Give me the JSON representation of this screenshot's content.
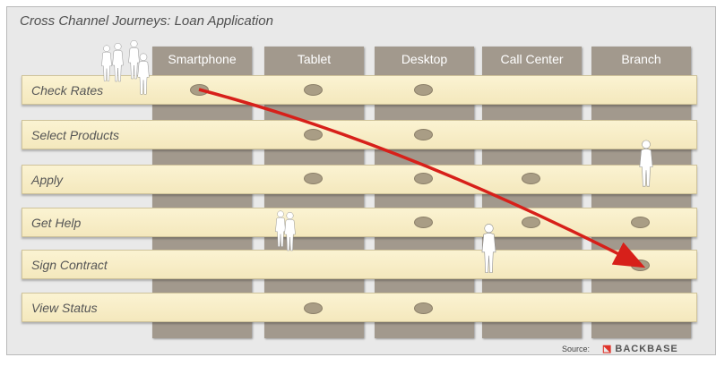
{
  "title": "Cross Channel Journeys: Loan Application",
  "channels": [
    "Smartphone",
    "Tablet",
    "Desktop",
    "Call Center",
    "Branch"
  ],
  "steps": [
    "Check Rates",
    "Select Products",
    "Apply",
    "Get Help",
    "Sign Contract",
    "View Status"
  ],
  "touchpoints": [
    {
      "step": "Check Rates",
      "channel": "Smartphone"
    },
    {
      "step": "Check Rates",
      "channel": "Tablet"
    },
    {
      "step": "Check Rates",
      "channel": "Desktop"
    },
    {
      "step": "Select Products",
      "channel": "Tablet"
    },
    {
      "step": "Select Products",
      "channel": "Desktop"
    },
    {
      "step": "Apply",
      "channel": "Tablet"
    },
    {
      "step": "Apply",
      "channel": "Desktop"
    },
    {
      "step": "Apply",
      "channel": "Call Center"
    },
    {
      "step": "Get Help",
      "channel": "Desktop"
    },
    {
      "step": "Get Help",
      "channel": "Call Center"
    },
    {
      "step": "Get Help",
      "channel": "Branch"
    },
    {
      "step": "Sign Contract",
      "channel": "Branch"
    },
    {
      "step": "View Status",
      "channel": "Tablet"
    },
    {
      "step": "View Status",
      "channel": "Desktop"
    }
  ],
  "journey": {
    "from": {
      "step": "Check Rates",
      "channel": "Smartphone"
    },
    "to": {
      "step": "Sign Contract",
      "channel": "Branch"
    },
    "color": "#d7201a"
  },
  "footer": {
    "source_label": "Source:",
    "brand": "BACKBASE",
    "brand_color": "#e0332a"
  }
}
